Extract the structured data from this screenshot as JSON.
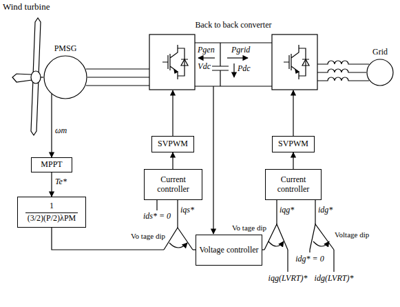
{
  "diagram": {
    "nodes": [
      {
        "text": [
          "PMSG"
        ]
      },
      {
        "text": [
          "MPPT"
        ]
      },
      {
        "text": [
          "1",
          "(3/2)(P/2)λPM"
        ]
      },
      {
        "text": [
          "SVPWM"
        ]
      },
      {
        "text": [
          "Current controller"
        ]
      },
      {
        "text": [
          "Voltage controller"
        ]
      },
      {
        "text": [
          "SVPWM"
        ]
      },
      {
        "text": [
          "Current controller"
        ]
      },
      {
        "text": [
          "Grid"
        ]
      }
    ],
    "edges": [
      {
        "from": 0,
        "to": 1,
        "arrow": "to",
        "label": "ωm"
      },
      {
        "from": 1,
        "to": 2,
        "arrow": "to",
        "label": "Te*"
      },
      {
        "from": 4,
        "to": 3,
        "arrow": "to"
      },
      {
        "from": 7,
        "to": 6,
        "arrow": "to"
      }
    ],
    "labels": [
      "Wind turbine",
      "Back to back converter",
      "Pgen",
      "Pgrid",
      "Vdc",
      "Pdc",
      "ids* = 0",
      "iqs*",
      "Vo tage dip",
      "iqg*",
      "idg*",
      "Vo tage dip",
      "Voltage dip",
      "iqg(LVRT)*",
      "idg* = 0",
      "idg(LVRT)*"
    ]
  }
}
